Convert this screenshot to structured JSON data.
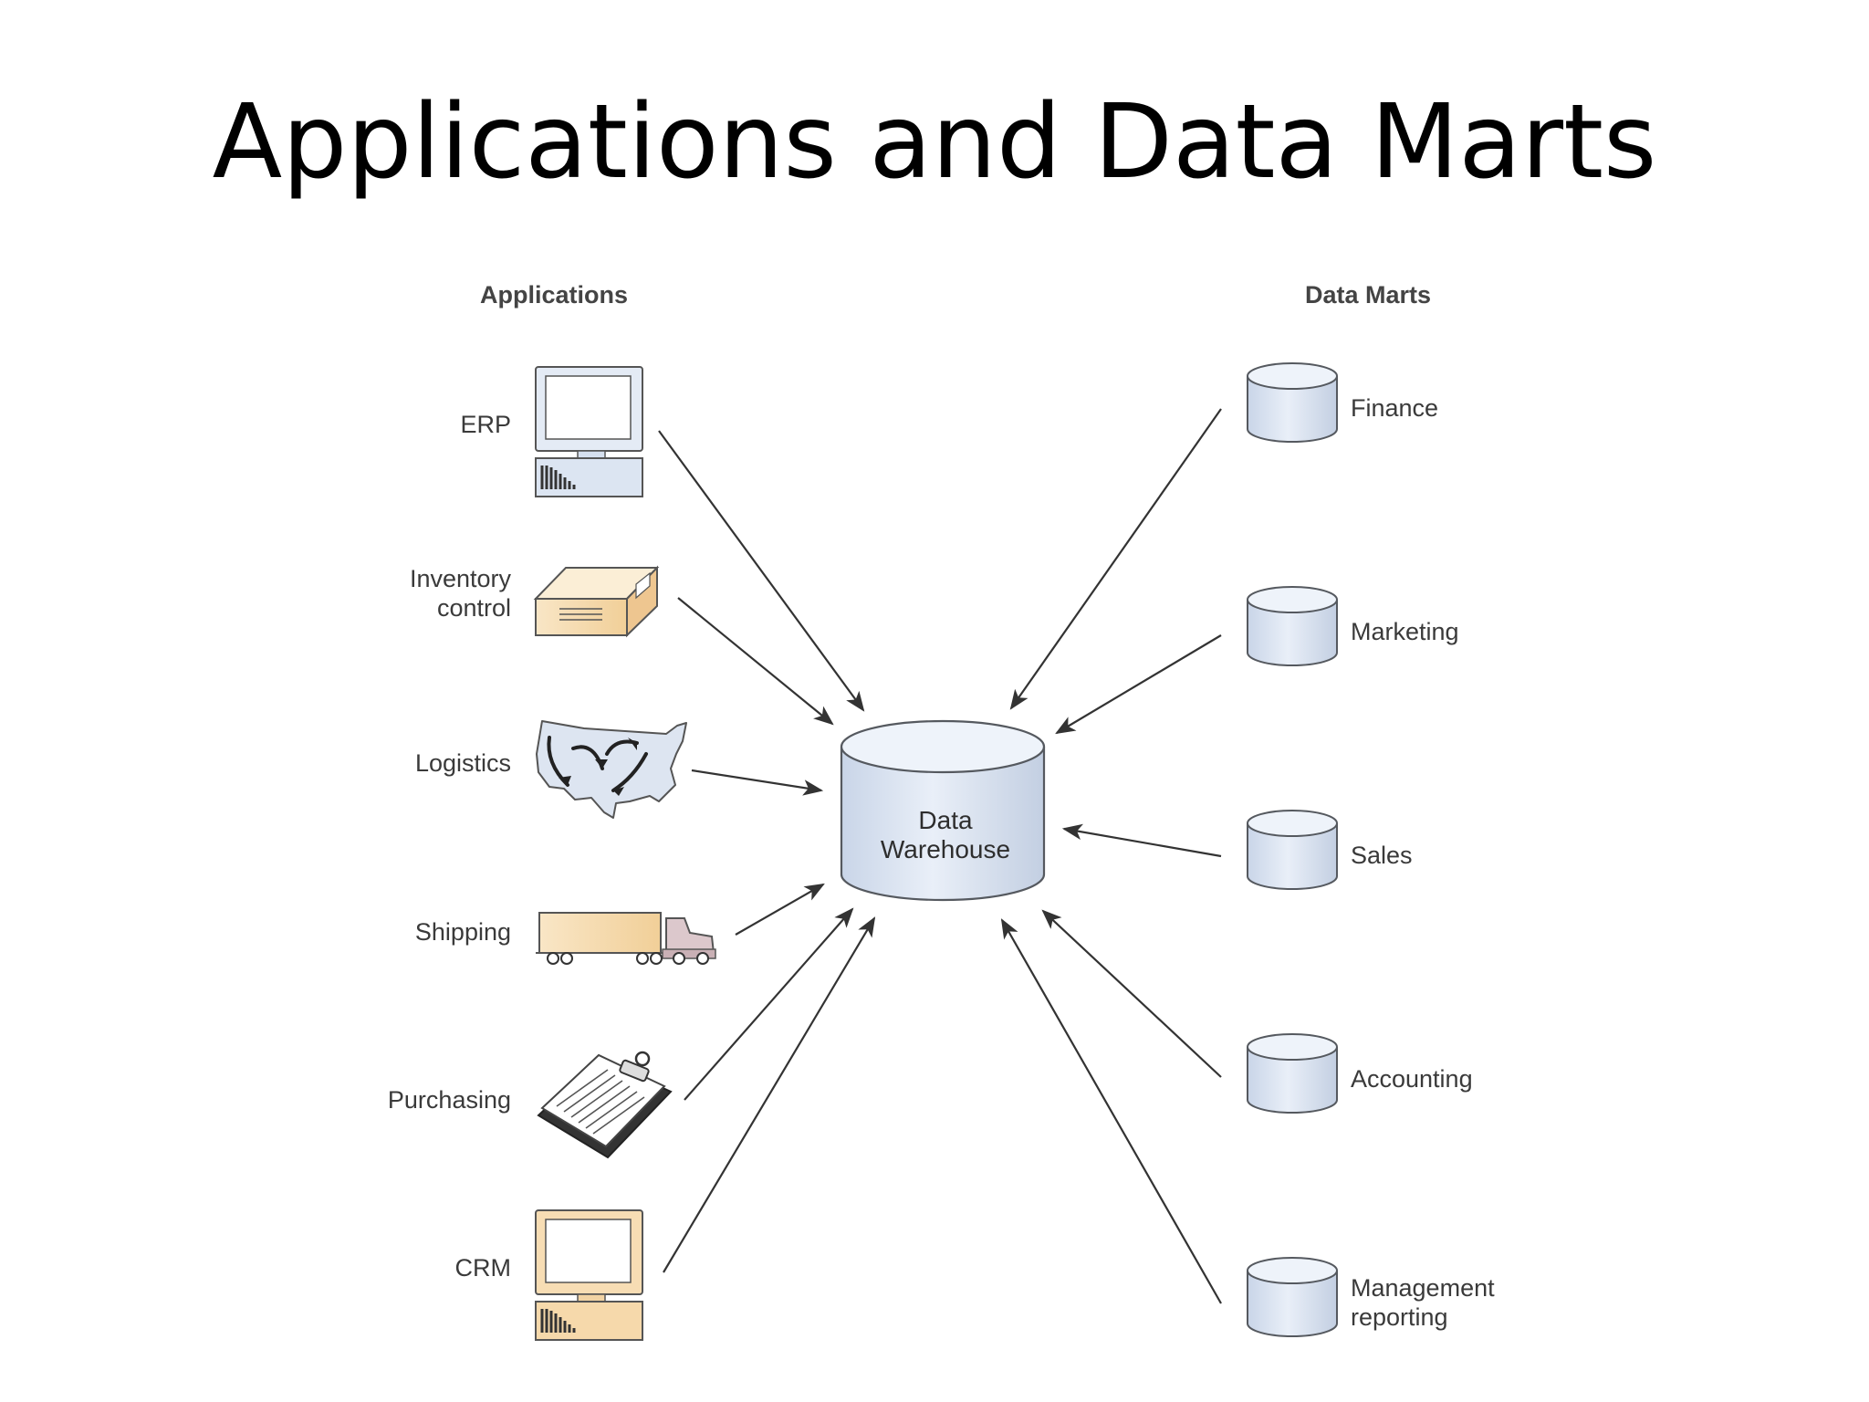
{
  "title": "Applications and Data Marts",
  "applications_header": "Applications",
  "datamarts_header": "Data Marts",
  "center": {
    "line1": "Data",
    "line2": "Warehouse"
  },
  "applications": [
    {
      "name": "ERP",
      "lines": [
        "ERP"
      ],
      "icon": "computer-icon"
    },
    {
      "name": "Inventory control",
      "lines": [
        "Inventory",
        "control"
      ],
      "icon": "box-icon"
    },
    {
      "name": "Logistics",
      "lines": [
        "Logistics"
      ],
      "icon": "us-map-icon"
    },
    {
      "name": "Shipping",
      "lines": [
        "Shipping"
      ],
      "icon": "truck-icon"
    },
    {
      "name": "Purchasing",
      "lines": [
        "Purchasing"
      ],
      "icon": "clipboard-icon"
    },
    {
      "name": "CRM",
      "lines": [
        "CRM"
      ],
      "icon": "computer-icon"
    }
  ],
  "data_marts": [
    {
      "name": "Finance",
      "lines": [
        "Finance"
      ],
      "icon": "database-icon"
    },
    {
      "name": "Marketing",
      "lines": [
        "Marketing"
      ],
      "icon": "database-icon"
    },
    {
      "name": "Sales",
      "lines": [
        "Sales"
      ],
      "icon": "database-icon"
    },
    {
      "name": "Accounting",
      "lines": [
        "Accounting"
      ],
      "icon": "database-icon"
    },
    {
      "name": "Management reporting",
      "lines": [
        "Management",
        "reporting"
      ],
      "icon": "database-icon"
    }
  ],
  "colors": {
    "cylinder_fill": "#dde6f3",
    "cylinder_top": "#eef3fa",
    "cylinder_stroke": "#55595f",
    "peach": "#f6dcb0",
    "arrow": "#333333"
  }
}
